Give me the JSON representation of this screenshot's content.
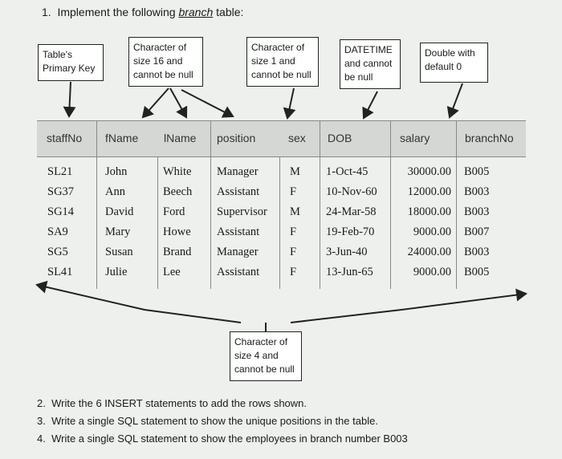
{
  "q1": {
    "number": "1.",
    "text": "Implement the following ",
    "word": "branch",
    "suffix": " table:"
  },
  "callouts": [
    {
      "lines": [
        "Table's",
        "Primary Key"
      ]
    },
    {
      "lines": [
        "Character of",
        "size 16 and",
        "cannot be null"
      ]
    },
    {
      "lines": [
        "Character of",
        "size 1 and",
        "cannot be null"
      ]
    },
    {
      "lines": [
        "DATETIME",
        "and cannot",
        "be null"
      ]
    },
    {
      "lines": [
        "Double with",
        "default 0"
      ]
    },
    {
      "lines": [
        "Character of",
        "size 4 and",
        "cannot be null"
      ]
    }
  ],
  "columns": [
    "staffNo",
    "fName",
    "lName",
    "position",
    "sex",
    "DOB",
    "salary",
    "branchNo"
  ],
  "rows": [
    [
      "SL21",
      "John",
      "White",
      "Manager",
      "M",
      "1-Oct-45",
      "30000.00",
      "B005"
    ],
    [
      "SG37",
      "Ann",
      "Beech",
      "Assistant",
      "F",
      "10-Nov-60",
      "12000.00",
      "B003"
    ],
    [
      "SG14",
      "David",
      "Ford",
      "Supervisor",
      "M",
      "24-Mar-58",
      "18000.00",
      "B003"
    ],
    [
      "SA9",
      "Mary",
      "Howe",
      "Assistant",
      "F",
      "19-Feb-70",
      "9000.00",
      "B007"
    ],
    [
      "SG5",
      "Susan",
      "Brand",
      "Manager",
      "F",
      "3-Jun-40",
      "24000.00",
      "B003"
    ],
    [
      "SL41",
      "Julie",
      "Lee",
      "Assistant",
      "F",
      "13-Jun-65",
      "9000.00",
      "B005"
    ]
  ],
  "questions": [
    {
      "number": "2.",
      "text": "Write the 6 INSERT statements to add the rows shown."
    },
    {
      "number": "3.",
      "text": "Write a single SQL statement to show the unique positions in the table."
    },
    {
      "number": "4.",
      "text": "Write a single SQL statement to show the employees in branch number B003"
    }
  ]
}
